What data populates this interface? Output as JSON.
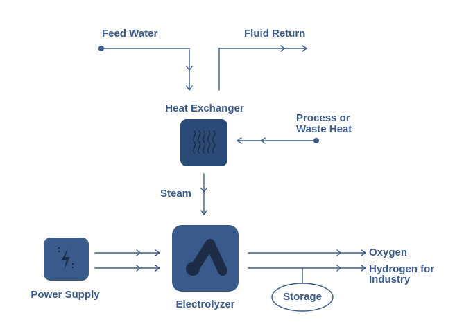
{
  "labels": {
    "feed_water": "Feed Water",
    "fluid_return": "Fluid Return",
    "heat_exchanger": "Heat Exchanger",
    "process_heat_line1": "Process or",
    "process_heat_line2": "Waste Heat",
    "steam": "Steam",
    "power_supply": "Power Supply",
    "electrolyzer": "Electrolyzer",
    "storage": "Storage",
    "oxygen": "Oxygen",
    "hydrogen_line1": "Hydrogen for",
    "hydrogen_line2": "Industry"
  },
  "colors": {
    "line": "#3a5a8c",
    "box_fill": "#3a5a8c",
    "heat_exchanger_fill": "#2c4a78",
    "icon": "#1c2c46",
    "text": "#3a5a8c"
  },
  "icons": {
    "heat_exchanger": "heat-waves-icon",
    "power_supply": "lightning-bolt-icon",
    "electrolyzer": "electrolyzer-logo-icon"
  }
}
